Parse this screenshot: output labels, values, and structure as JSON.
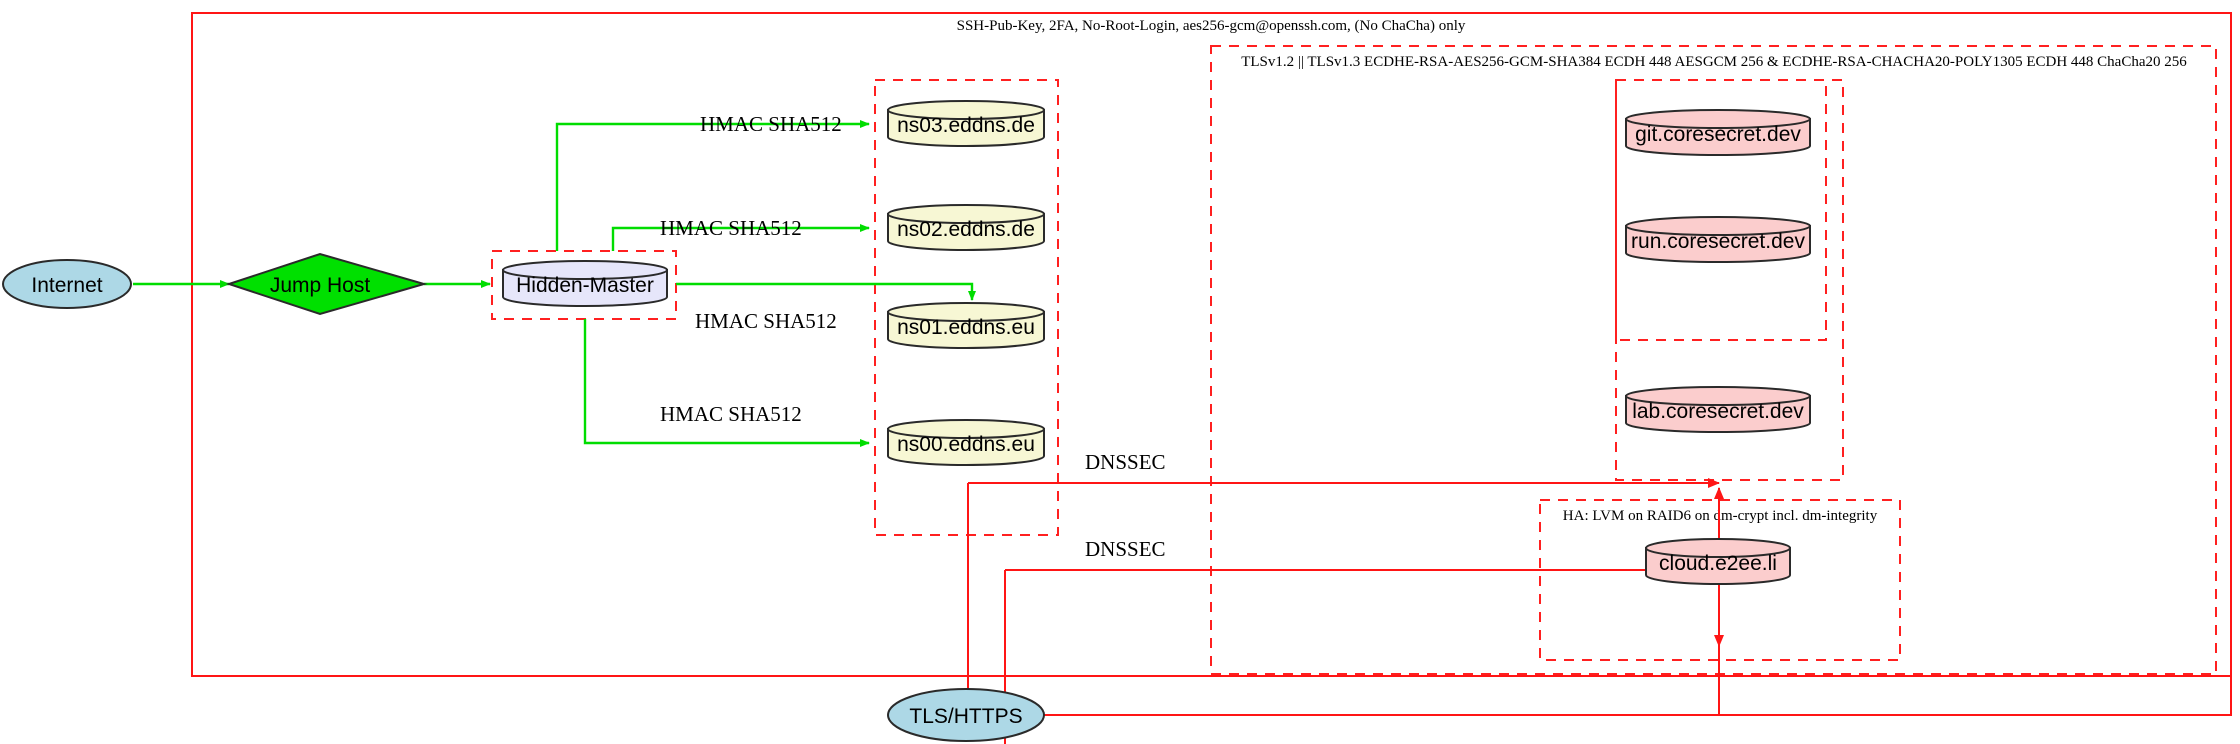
{
  "diagram": {
    "title_top": "SSH-Pub-Key, 2FA, No-Root-Login, aes256-gcm@openssh.com, (No ChaCha) only",
    "tls_cluster_label": "TLSv1.2 || TLSv1.3 ECDHE-RSA-AES256-GCM-SHA384 ECDH 448 AESGCM 256 & ECDHE-RSA-CHACHA20-POLY1305 ECDH 448 ChaCha20 256",
    "ha_cluster_label": "HA: LVM on RAID6 on dm-crypt incl. dm-integrity"
  },
  "nodes": {
    "internet": {
      "label": "Internet",
      "shape": "ellipse",
      "fill": "#add8e6"
    },
    "jump_host": {
      "label": "Jump Host",
      "shape": "diamond",
      "fill": "#00e000"
    },
    "hidden_master": {
      "label": "Hidden-Master",
      "shape": "cylinder",
      "fill": "#e6e6fa"
    },
    "ns03": {
      "label": "ns03.eddns.de",
      "shape": "cylinder",
      "fill": "#f7f7d4"
    },
    "ns02": {
      "label": "ns02.eddns.de",
      "shape": "cylinder",
      "fill": "#f7f7d4"
    },
    "ns01": {
      "label": "ns01.eddns.eu",
      "shape": "cylinder",
      "fill": "#f7f7d4"
    },
    "ns00": {
      "label": "ns00.eddns.eu",
      "shape": "cylinder",
      "fill": "#f7f7d4"
    },
    "git": {
      "label": "git.coresecret.dev",
      "shape": "cylinder",
      "fill": "#fbcdcd"
    },
    "run": {
      "label": "run.coresecret.dev",
      "shape": "cylinder",
      "fill": "#fbcdcd"
    },
    "lab": {
      "label": "lab.coresecret.dev",
      "shape": "cylinder",
      "fill": "#fbcdcd"
    },
    "cloud": {
      "label": "cloud.e2ee.li",
      "shape": "cylinder",
      "fill": "#fbcdcd"
    },
    "tls_https": {
      "label": "TLS/HTTPS",
      "shape": "ellipse",
      "fill": "#add8e6"
    }
  },
  "edges": {
    "hmac_ns03": "HMAC SHA512",
    "hmac_ns02": "HMAC SHA512",
    "hmac_ns01": "HMAC SHA512",
    "hmac_ns00": "HMAC SHA512",
    "dnssec_upper": "DNSSEC",
    "dnssec_lower": "DNSSEC"
  },
  "colors": {
    "boundary": "#ff2020",
    "secure_edge": "#ff1515",
    "replication_edge": "#00dd00",
    "ellipse_fill": "#add8e6",
    "diamond_fill": "#00e000",
    "master_fill": "#e6e6fa",
    "ns_fill": "#f7f7d4",
    "service_fill": "#fbcdcd"
  }
}
